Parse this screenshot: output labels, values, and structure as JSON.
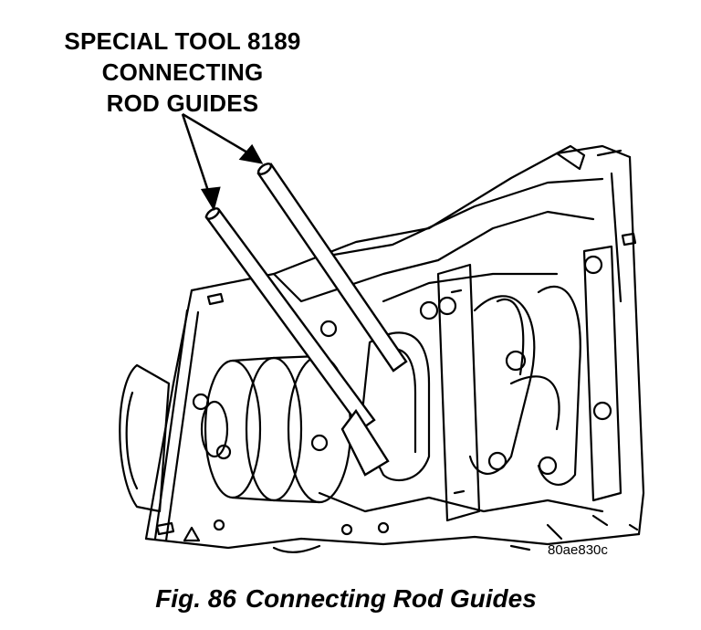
{
  "callout": {
    "lines": [
      "SPECIAL TOOL 8189",
      "CONNECTING",
      "ROD GUIDES"
    ]
  },
  "catalog_number": "80ae830c",
  "caption": {
    "fig_number": "Fig. 86",
    "title": "Connecting Rod Guides"
  }
}
